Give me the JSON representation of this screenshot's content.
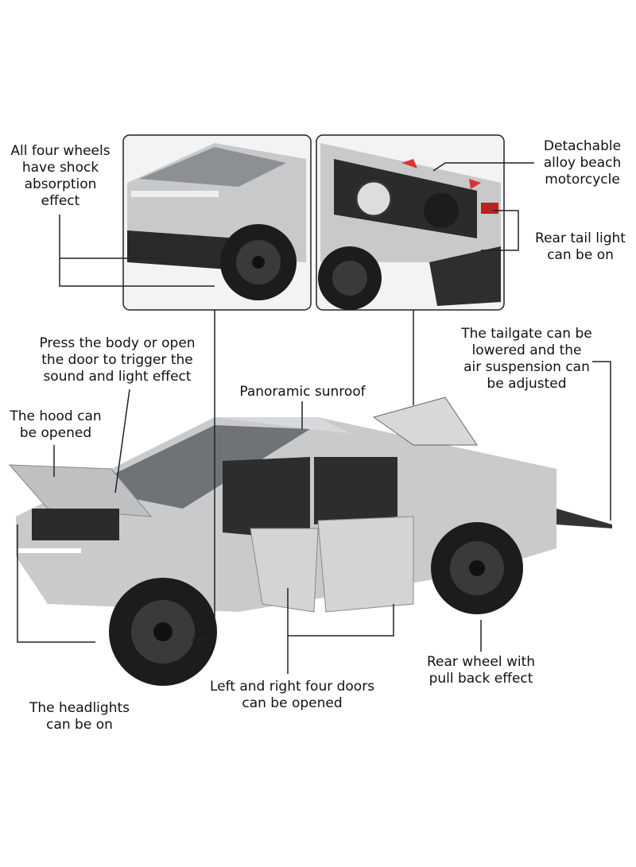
{
  "labels": {
    "shock": [
      "All four wheels",
      "have shock",
      "absorption",
      "effect"
    ],
    "moto": [
      "Detachable",
      "alloy beach",
      "motorcycle"
    ],
    "taillight": [
      "Rear tail light",
      "can be on"
    ],
    "press": [
      "Press the body or open",
      "the door to trigger the",
      "sound and light effect"
    ],
    "tailgate": [
      "The tailgate can be",
      "lowered and the",
      "air suspension can",
      "be adjusted"
    ],
    "hood": [
      "The hood can",
      "be opened"
    ],
    "sunroof": [
      "Panoramic sunroof"
    ],
    "headlights": [
      "The headlights",
      "can be on"
    ],
    "doors": [
      "Left and right four doors",
      "can be opened"
    ],
    "rearwheel": [
      "Rear wheel with",
      "pull back effect"
    ]
  },
  "colors": {
    "body": "#c9cacc",
    "body_dark": "#9ea0a3",
    "tire": "#1c1c1c",
    "line": "#222222"
  }
}
